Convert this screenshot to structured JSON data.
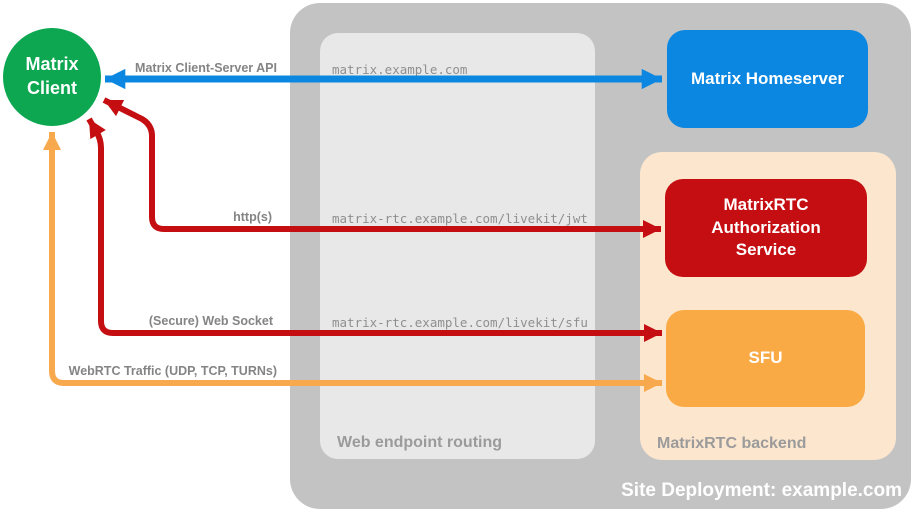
{
  "diagram": {
    "title": "Site Deployment: example.com",
    "client": {
      "label": "Matrix Client"
    },
    "homeserver": {
      "label": "Matrix Homeserver"
    },
    "web_routing": {
      "label": "Web endpoint routing",
      "endpoints": [
        "matrix.example.com",
        "matrix-rtc.example.com/livekit/jwt",
        "matrix-rtc.example.com/livekit/sfu"
      ]
    },
    "backend": {
      "label": "MatrixRTC backend",
      "auth_service": {
        "label": "MatrixRTC Authorization Service"
      },
      "sfu": {
        "label": "SFU"
      }
    },
    "arrows": {
      "client_server": {
        "label": "Matrix Client-Server API",
        "color": "#0b87e1",
        "style": "double-headed"
      },
      "http": {
        "label": "http(s)",
        "color": "#c50e12",
        "style": "double-headed"
      },
      "websocket": {
        "label": "(Secure) Web Socket",
        "color": "#c50e12",
        "style": "double-headed"
      },
      "webrtc": {
        "label": "WebRTC Traffic (UDP, TCP, TURNs)",
        "color": "#f8a94e",
        "style": "double-headed"
      }
    },
    "colors": {
      "client_green": "#0ca750",
      "homeserver_blue": "#0b87e1",
      "auth_red": "#c50e12",
      "sfu_orange": "#faaa44",
      "backend_peach": "#fce6ce",
      "site_gray": "#c3c3c3",
      "routing_gray": "#e8e8e8",
      "label_gray": "#848484"
    }
  }
}
